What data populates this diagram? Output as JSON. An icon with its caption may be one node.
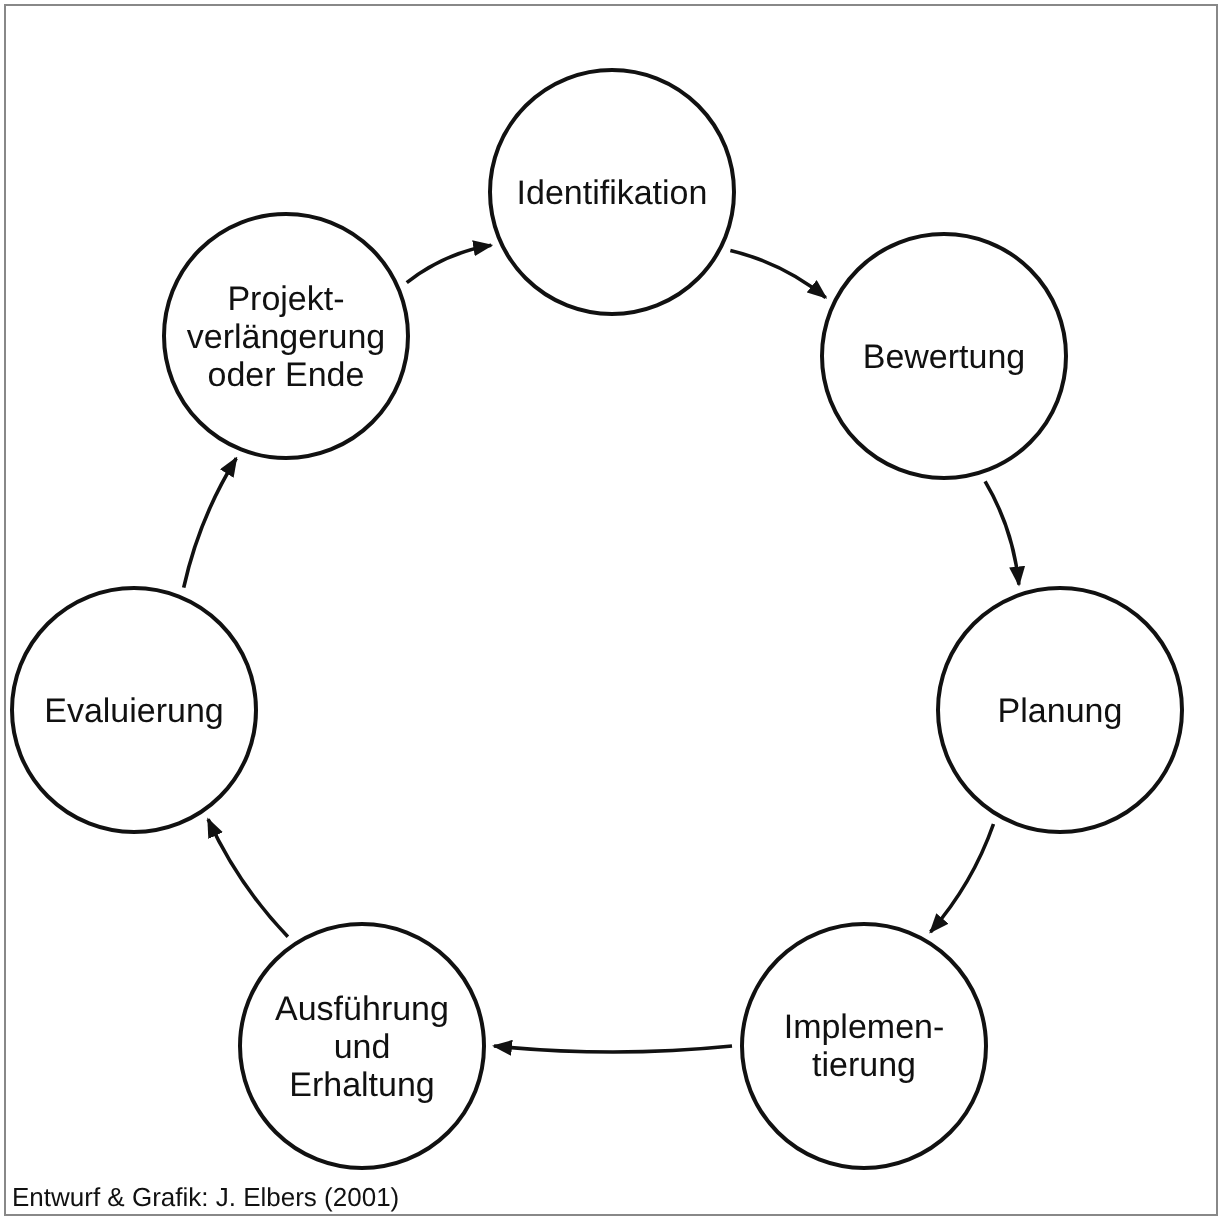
{
  "diagram": {
    "caption": "Entwurf & Grafik: J. Elbers (2001)",
    "nodes": [
      {
        "text": [
          "Identifikation"
        ]
      },
      {
        "text": [
          "Bewertung"
        ]
      },
      {
        "text": [
          "Planung"
        ]
      },
      {
        "text": [
          "Implemen- tierung"
        ]
      },
      {
        "text": [
          "Ausführung und Erhaltung"
        ]
      },
      {
        "text": [
          "Evaluierung"
        ]
      },
      {
        "text": [
          "Projekt- verlängerung oder Ende"
        ]
      }
    ],
    "edges": [
      {
        "from": 0,
        "to": 1,
        "arrow": "to"
      },
      {
        "from": 1,
        "to": 2,
        "arrow": "to"
      },
      {
        "from": 2,
        "to": 3,
        "arrow": "to"
      },
      {
        "from": 3,
        "to": 4,
        "arrow": "to"
      },
      {
        "from": 4,
        "to": 5,
        "arrow": "to"
      },
      {
        "from": 5,
        "to": 6,
        "arrow": "to"
      },
      {
        "from": 6,
        "to": 0,
        "arrow": "to"
      }
    ]
  }
}
